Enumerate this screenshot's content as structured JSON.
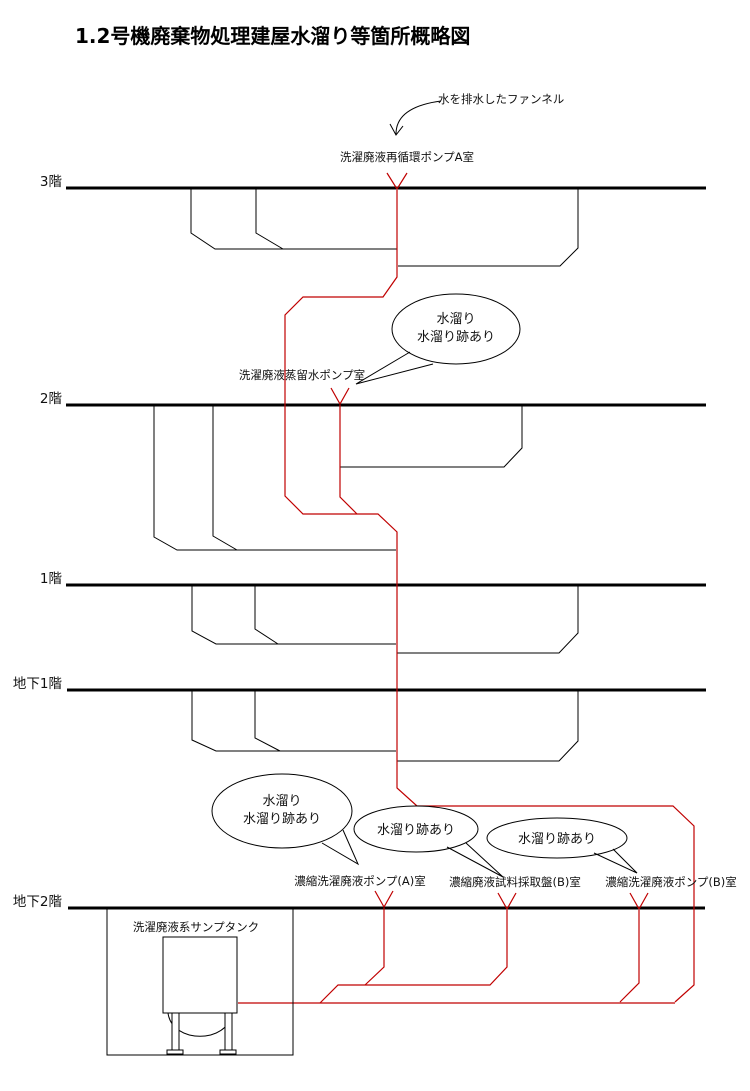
{
  "title": "1.2号機廃棄物処理建屋水溜り等箇所概略図",
  "annotation": {
    "funnel_note": "水を排水したファンネル"
  },
  "floors": [
    {
      "label": "3階"
    },
    {
      "label": "2階"
    },
    {
      "label": "1階"
    },
    {
      "label": "地下1階"
    },
    {
      "label": "地下2階"
    }
  ],
  "rooms": {
    "recirc_pump_a": "洗濯廃液再循環ポンプA室",
    "distill_pump": "洗濯廃液蒸留水ポンプ室",
    "conc_laundry_pump_a": "濃縮洗濯廃液ポンプ(A)室",
    "conc_sample_panel_b": "濃縮廃液試料採取盤(B)室",
    "conc_laundry_pump_b": "濃縮洗濯廃液ポンプ(B)室",
    "sump_tank": "洗濯廃液系サンプタンク"
  },
  "callouts": {
    "bubble_2f": {
      "line1": "水溜り",
      "line2": "水溜り跡あり"
    },
    "bubble_b2f_left": {
      "line1": "水溜り",
      "line2": "水溜り跡あり"
    },
    "bubble_b2f_mid": {
      "line1": "水溜り跡あり"
    },
    "bubble_b2f_right": {
      "line1": "水溜り跡あり"
    }
  },
  "colors": {
    "pipe_red": "#c00000",
    "line_black": "#000000"
  }
}
